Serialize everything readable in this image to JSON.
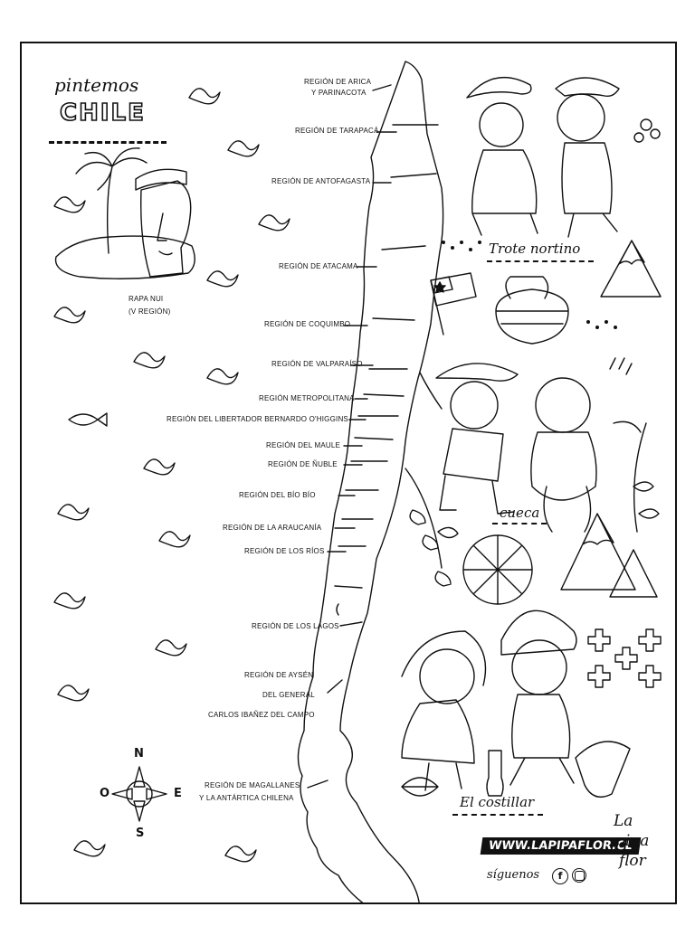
{
  "header": {
    "subtitle": "pintemos",
    "title": "CHILE"
  },
  "island_label": [
    "RAPA NUI",
    "(V REGIÓN)"
  ],
  "regions": [
    "REGIÓN DE ARICA",
    "Y PARINACOTA",
    "REGIÓN DE TARAPACÁ",
    "REGIÓN DE ANTOFAGASTA",
    "REGIÓN DE ATACAMA",
    "REGIÓN DE COQUIMBO",
    "REGIÓN DE VALPARAÍSO",
    "REGIÓN METROPOLITANA",
    "REGIÓN DEL LIBERTADOR BERNARDO O'HIGGINS",
    "REGIÓN DEL MAULE",
    "REGIÓN DE ÑUBLE",
    "REGIÓN DEL BÍO BÍO",
    "REGIÓN DE LA ARAUCANÍA",
    "REGIÓN DE LOS RÍOS",
    "REGIÓN DE LOS LAGOS",
    "REGIÓN DE AYSÉN",
    "DEL GENERAL",
    "CARLOS IBAÑEZ DEL CAMPO",
    "REGIÓN DE MAGALLANES",
    "Y LA ANTÁRTICA CHILENA"
  ],
  "dances": {
    "north": "Trote nortino",
    "center": "cueca",
    "south": "El costillar"
  },
  "compass": {
    "n": "N",
    "s": "S",
    "e": "E",
    "o": "O"
  },
  "footer": {
    "url": "WWW.LAPIPAFLOR.CL",
    "follow": "síguenos",
    "facebook_glyph": "f"
  },
  "brand": [
    "La",
    "pipa",
    "flor"
  ],
  "icons": [
    "wave-icon",
    "palm-tree-icon",
    "moai-icon",
    "fish-icon",
    "compass-rose-icon",
    "flag-icon",
    "mountain-icon",
    "leaf-icon",
    "facebook-icon",
    "instagram-icon"
  ]
}
